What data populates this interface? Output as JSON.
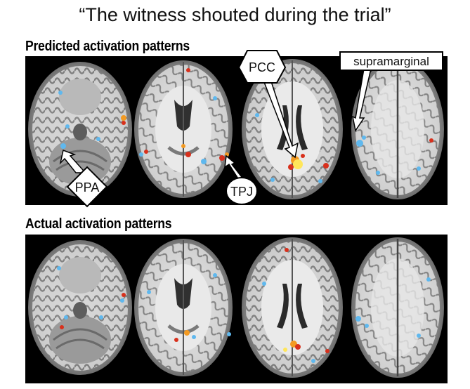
{
  "title": "“The witness shouted during the trial”",
  "sections": {
    "predicted": {
      "label": "Predicted activation patterns"
    },
    "actual": {
      "label": "Actual activation patterns"
    }
  },
  "callouts": {
    "ppa": "PPA",
    "tpj": "TPJ",
    "pcc": "PCC",
    "supramarginal": "supramarginal"
  },
  "colors": {
    "background": "#000000",
    "brain_white": "#e6e6e6",
    "brain_gray": "#8a8a8a",
    "activation_blue": "#5fb8ee",
    "activation_red": "#d8301c",
    "activation_orange": "#f39a22",
    "activation_yellow": "#ffe65a"
  }
}
